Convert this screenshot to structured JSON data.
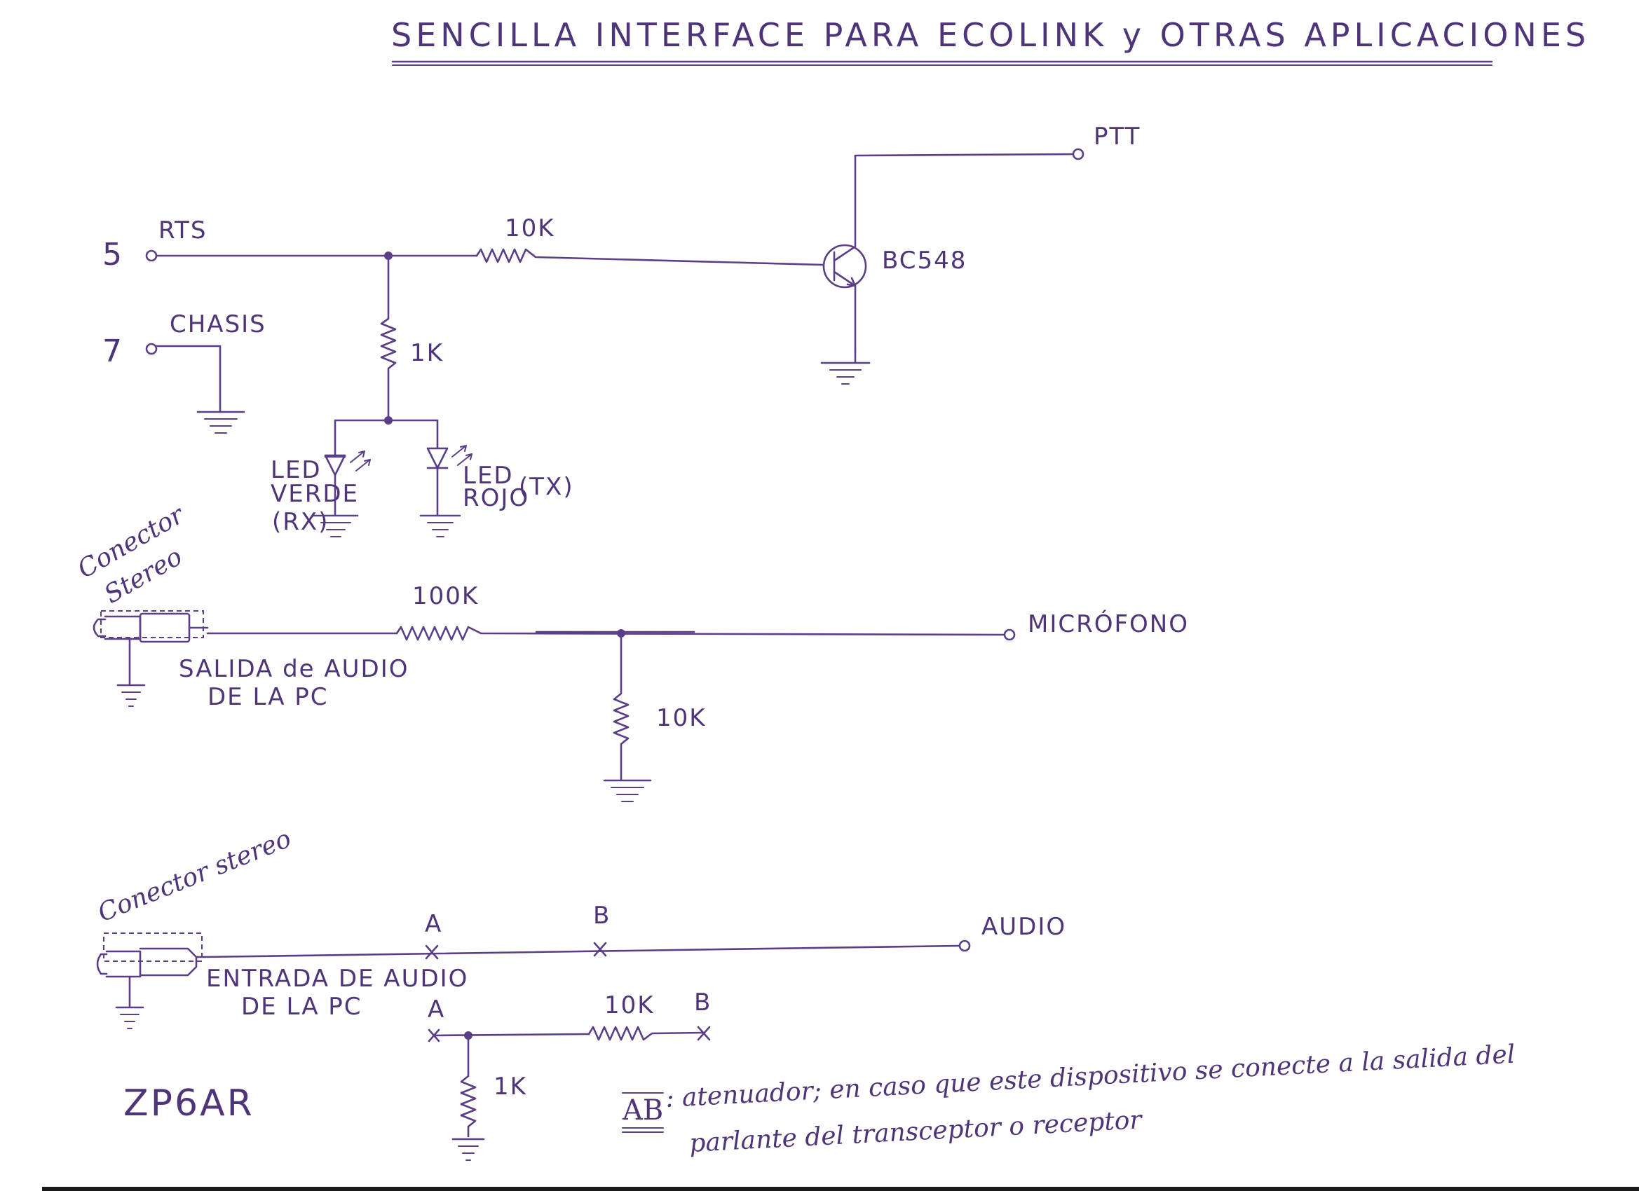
{
  "title": "SENCILLA INTERFACE PARA ECOLINK y OTRAS APLICACIONES",
  "pins": {
    "pin5_number": "5",
    "pin5_label": "RTS",
    "pin7_number": "7",
    "pin7_label": "CHASIS"
  },
  "ptt_section": {
    "r_base": "10K",
    "r_led": "1K",
    "transistor": "BC548",
    "ptt_label": "PTT",
    "led_green_line1": "LED",
    "led_green_line2": "VERDE",
    "led_green_line3": "(RX)",
    "led_red_line1": "LED",
    "led_red_line2": "ROJO",
    "led_red_suffix": "(TX)"
  },
  "mic_section": {
    "connector_line1": "Conector",
    "connector_line2": "Stereo",
    "source_line1": "SALIDA de AUDIO",
    "source_line2": "DE LA PC",
    "r_series": "100K",
    "r_shunt": "10K",
    "output_label": "MICRÓFONO"
  },
  "audio_section": {
    "connector": "Conector stereo",
    "input_line1": "ENTRADA DE AUDIO",
    "input_line2": "DE LA PC",
    "point_a": "A",
    "point_b": "B",
    "output_label": "AUDIO",
    "att_point_a": "A",
    "att_point_b": "B",
    "att_r_series": "10K",
    "att_r_shunt": "1K"
  },
  "signature": "ZP6AR",
  "note": {
    "symbol": "AB",
    "line1": ": atenuador; en caso que este dispositivo se conecte a la salida del",
    "line2": "parlante del transceptor o receptor"
  },
  "colors": {
    "ink": "#5a3f86",
    "paper": "#ffffff"
  }
}
